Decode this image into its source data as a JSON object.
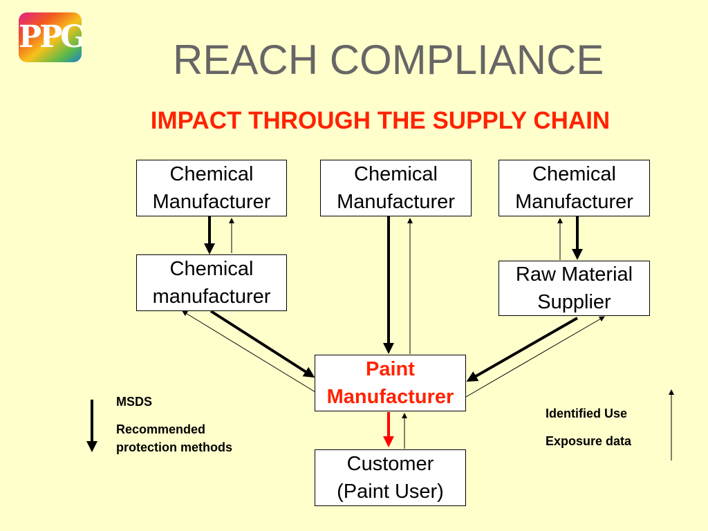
{
  "logo": {
    "text": "PPG"
  },
  "title": "REACH COMPLIANCE",
  "subtitle": "IMPACT THROUGH THE SUPPLY CHAIN",
  "boxes": {
    "chem_left": "Chemical\nManufacturer",
    "chem_mid": "Chemical\nManufacturer",
    "chem_right": "Chemical\nManufacturer",
    "chem_downstream": "Chemical\nmanufacturer",
    "raw_material": "Raw Material\nSupplier",
    "paint": "Paint\nManufacturer",
    "customer": "Customer\n(Paint User)"
  },
  "legend_left": {
    "line1": "MSDS",
    "line2": "Recommended",
    "line3": "protection methods"
  },
  "legend_right": {
    "line1": "Identified Use",
    "line2": "Exposure data"
  },
  "colors": {
    "background": "#FFFFCC",
    "title": "#666666",
    "accent": "#FF2200",
    "arrow": "#000000",
    "customer_arrow": "#FF0000"
  }
}
